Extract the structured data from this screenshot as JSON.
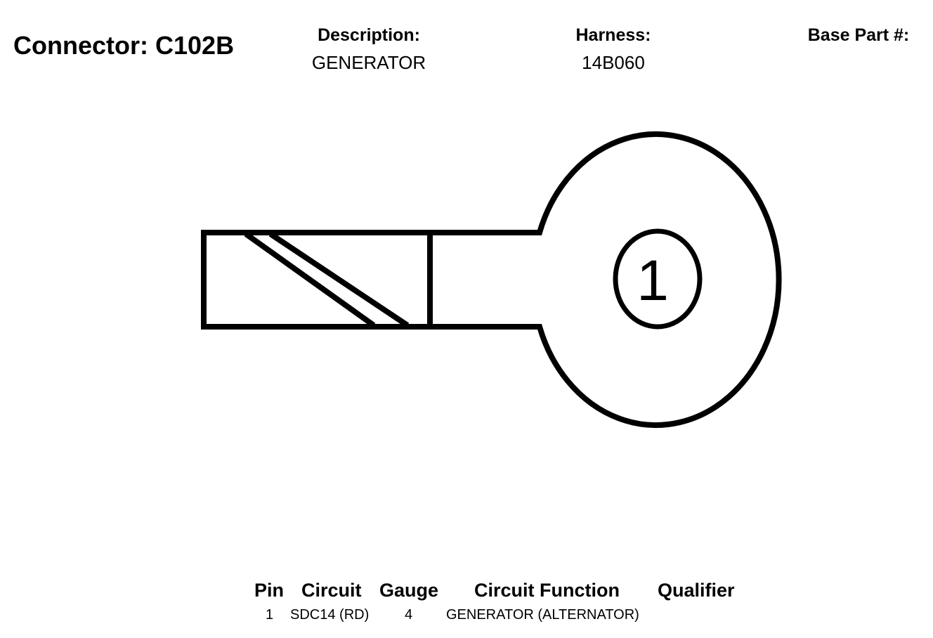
{
  "header": {
    "connector_label": "Connector:",
    "connector_id": "C102B",
    "description_label": "Description:",
    "description_value": "GENERATOR",
    "harness_label": "Harness:",
    "harness_value": "14B060",
    "base_part_label": "Base Part #:",
    "base_part_value": ""
  },
  "diagram": {
    "pin_label": "1"
  },
  "pin_table": {
    "columns": [
      "Pin",
      "Circuit",
      "Gauge",
      "Circuit Function",
      "Qualifier"
    ],
    "rows": [
      {
        "pin": "1",
        "circuit": "SDC14 (RD)",
        "gauge": "4",
        "circuit_function": "GENERATOR (ALTERNATOR)",
        "qualifier": ""
      }
    ]
  }
}
